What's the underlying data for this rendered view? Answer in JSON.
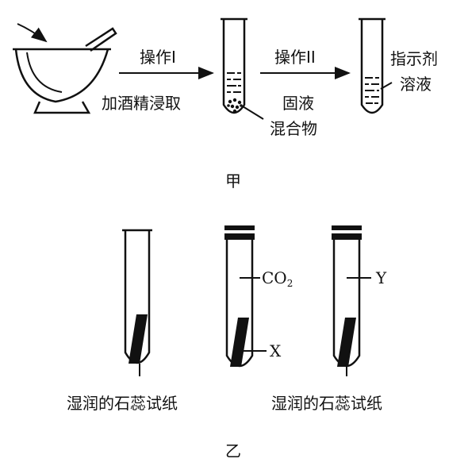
{
  "diagram_a": {
    "caption": "甲",
    "step1": {
      "operation": "操作I",
      "action": "加酒精浸取"
    },
    "step2": {
      "operation": "操作II"
    },
    "mixture_label_line1": "固液",
    "mixture_label_line2": "混合物",
    "solution_label_line1": "指示剂",
    "solution_label_line2": "溶液"
  },
  "diagram_b": {
    "caption": "乙",
    "co2_label": "CO",
    "co2_subscript": "2",
    "x_label": "X",
    "y_label": "Y",
    "paper_label_left": "湿润的石蕊试纸",
    "paper_label_right": "湿润的石蕊试纸"
  }
}
